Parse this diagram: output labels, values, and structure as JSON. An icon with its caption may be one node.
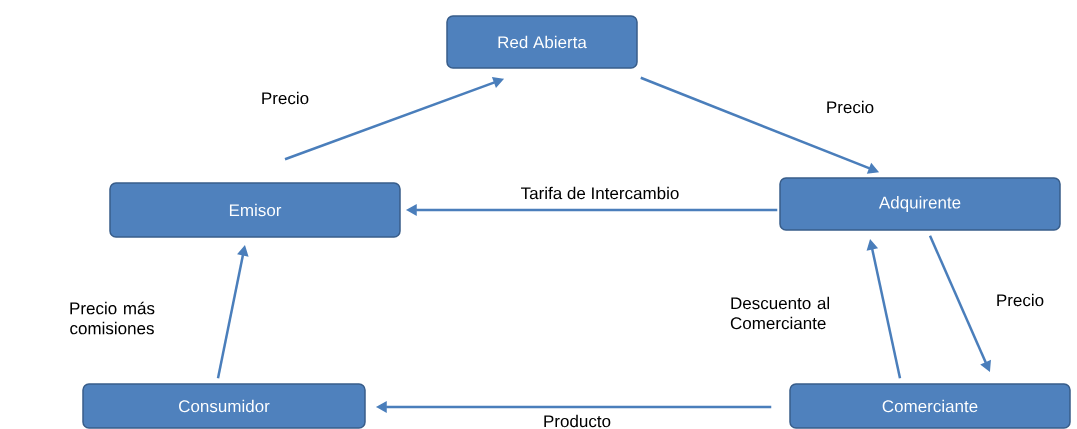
{
  "diagram": {
    "nodes": [
      {
        "text": [
          "Red Abierta"
        ]
      },
      {
        "text": [
          "Emisor"
        ]
      },
      {
        "text": [
          "Adquirente"
        ]
      },
      {
        "text": [
          "Consumidor"
        ]
      },
      {
        "text": [
          "Comerciante"
        ]
      }
    ],
    "edges": [
      {
        "from": 1,
        "to": 0,
        "arrow": "to",
        "label": "Precio"
      },
      {
        "from": 0,
        "to": 2,
        "arrow": "to",
        "label": "Precio"
      },
      {
        "from": 2,
        "to": 1,
        "arrow": "to",
        "label": "Tarifa de Intercambio"
      },
      {
        "from": 3,
        "to": 1,
        "arrow": "to",
        "label": "Precio más comisiones"
      },
      {
        "from": 2,
        "to": 4,
        "arrow": "to",
        "label": "Precio"
      },
      {
        "from": 4,
        "to": 2,
        "arrow": "to",
        "label": "Descuento al Comerciante"
      },
      {
        "from": 4,
        "to": 3,
        "arrow": "to",
        "label": "Producto"
      }
    ]
  }
}
